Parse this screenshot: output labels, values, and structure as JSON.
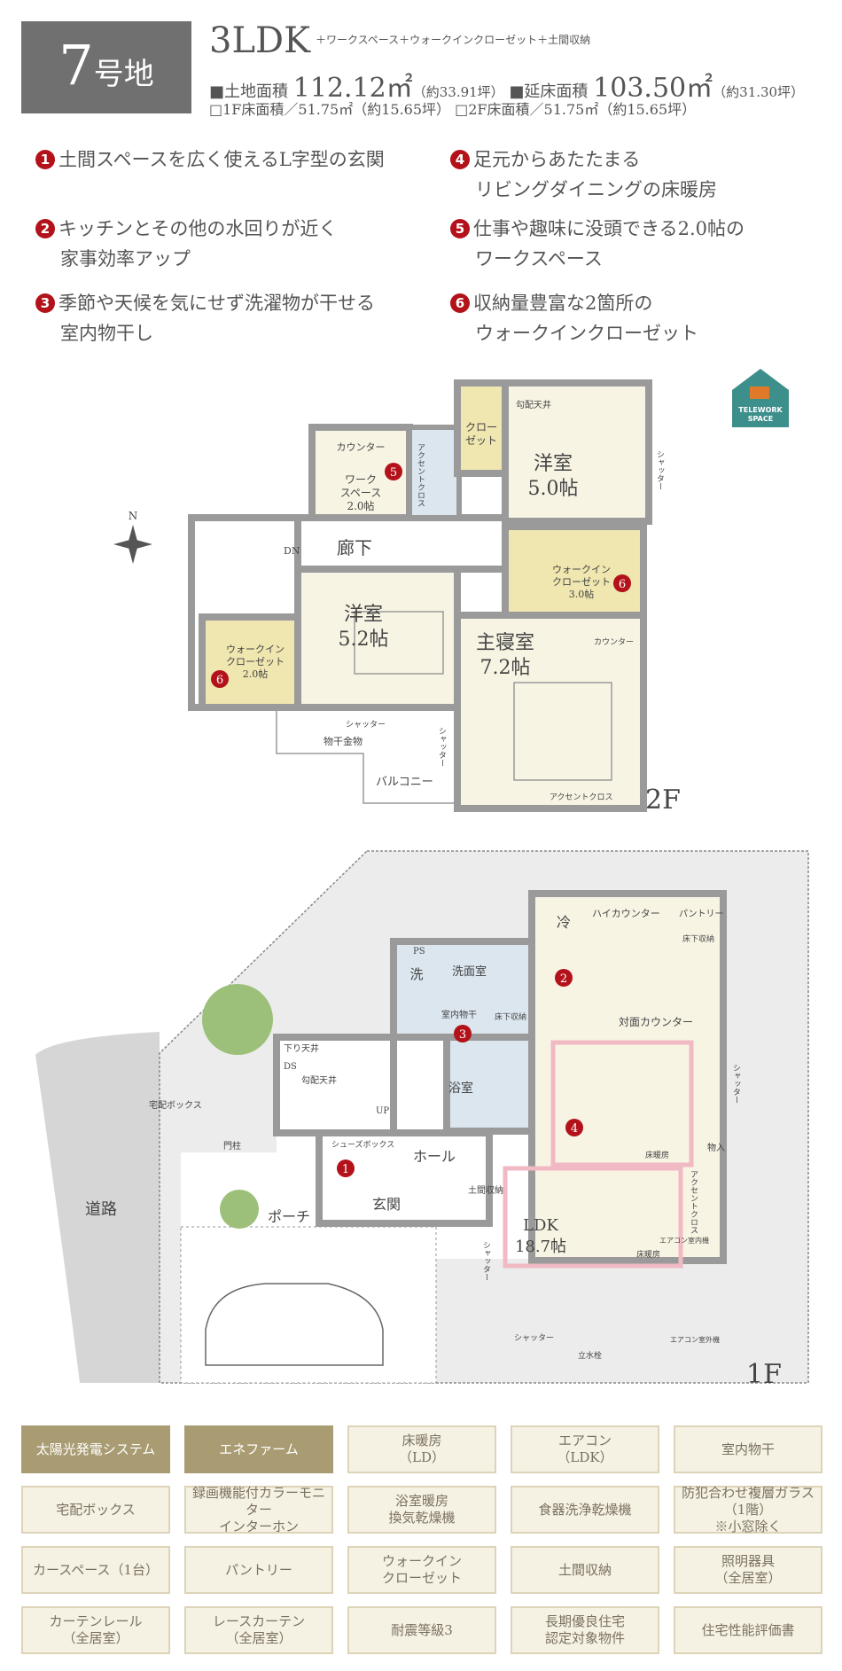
{
  "header": {
    "lot_number": "7",
    "lot_suffix": "号地",
    "plan_type": "3LDK",
    "plan_extras": "＋ワークスペース＋ウォークインクローゼット＋土間収納",
    "land_area_label": "■土地面積",
    "land_area_value": "112.12㎡",
    "land_area_tsubo": "（約33.91坪）",
    "floor_area_label": "■延床面積",
    "floor_area_value": "103.50㎡",
    "floor_area_tsubo": "（約31.30坪）",
    "f1_area": "□1F床面積／51.75㎡（約15.65坪）",
    "f2_area": "□2F床面積／51.75㎡（約15.65坪）"
  },
  "features": [
    {
      "num": "1",
      "line1": "土間スペースを広く使えるL字型の玄関",
      "line2": ""
    },
    {
      "num": "2",
      "line1": "キッチンとその他の水回りが近く",
      "line2": "家事効率アップ"
    },
    {
      "num": "3",
      "line1": "季節や天候を気にせず洗濯物が干せる",
      "line2": "室内物干し"
    },
    {
      "num": "4",
      "line1": "足元からあたたまる",
      "line2": "リビングダイニングの床暖房"
    },
    {
      "num": "5",
      "line1": "仕事や趣味に没頭できる2.0帖の",
      "line2": "ワークスペース"
    },
    {
      "num": "6",
      "line1": "収納量豊富な2箇所の",
      "line2": "ウォークインクローゼット"
    }
  ],
  "badge": {
    "line1": "TELEWORK",
    "line2": "SPACE"
  },
  "plan2f": {
    "floor_label": "2F",
    "compass": "N",
    "work_space": [
      "ワーク",
      "スペース",
      "2.0帖"
    ],
    "counter": "カウンター",
    "accent_cross": "アクセントクロス",
    "closet": [
      "クロー",
      "ゼット"
    ],
    "sloped_ceiling": "勾配天井",
    "room_a": [
      "洋室",
      "5.0帖"
    ],
    "shutter": "シャッター",
    "dn": "DN",
    "corridor": "廊下",
    "room_b": [
      "洋室",
      "5.2帖"
    ],
    "wic_a": [
      "ウォークイン",
      "クローゼット",
      "3.0帖"
    ],
    "wic_b": [
      "ウォークイン",
      "クローゼット",
      "2.0帖"
    ],
    "master": [
      "主寝室",
      "7.2帖"
    ],
    "counter2": "カウンター",
    "shutter2": "シャッター",
    "drying_hardware": "物干金物",
    "shutter3": "シャッター",
    "balcony": "バルコニー",
    "accent_cross2": "アクセントクロス"
  },
  "plan1f": {
    "floor_label": "1F",
    "fridge": "冷",
    "high_counter": "ハイカウンター",
    "pantry": "パントリー",
    "underfloor": "床下収納",
    "face_counter": "対面カウンター",
    "ps": "PS",
    "wash_icon": "洗",
    "washroom": "洗面室",
    "indoor_drying": "室内物干",
    "underfloor2": "床下収納",
    "bath": "浴室",
    "lowered_ceiling": "下り天井",
    "ds": "DS",
    "sloped_ceiling": "勾配天井",
    "up": "UP",
    "delivery_box": "宅配ボックス",
    "gate_post": "門柱",
    "shoe_box": "シューズボックス",
    "hall": "ホール",
    "entrance": "玄関",
    "doma_storage": "土間収納",
    "porch": "ポーチ",
    "road": "道路",
    "ldk": [
      "LDK",
      "18.7帖"
    ],
    "floor_heating": "床暖房",
    "floor_heating2": "床暖房",
    "storage": "物入",
    "accent_cross": "アクセントクロス",
    "shutter": "シャッター",
    "shutter2": "シャッター",
    "shutter3": "シャッター",
    "ac_indoor": "エアコン室内機",
    "ac_outdoor": "エアコン室外機",
    "faucet": "立水栓"
  },
  "equipment": [
    {
      "label": "太陽光発電システム",
      "highlight": true
    },
    {
      "label": "エネファーム",
      "highlight": true
    },
    {
      "label": "床暖房\n（LD）",
      "highlight": false
    },
    {
      "label": "エアコン\n（LDK）",
      "highlight": false
    },
    {
      "label": "室内物干",
      "highlight": false
    },
    {
      "label": "宅配ボックス",
      "highlight": false
    },
    {
      "label": "録画機能付カラーモニター\nインターホン",
      "highlight": false
    },
    {
      "label": "浴室暖房\n換気乾燥機",
      "highlight": false
    },
    {
      "label": "食器洗浄乾燥機",
      "highlight": false
    },
    {
      "label": "防犯合わせ複層ガラス\n（1階）\n※小窓除く",
      "highlight": false
    },
    {
      "label": "カースペース（1台）",
      "highlight": false
    },
    {
      "label": "パントリー",
      "highlight": false
    },
    {
      "label": "ウォークイン\nクローゼット",
      "highlight": false
    },
    {
      "label": "土間収納",
      "highlight": false
    },
    {
      "label": "照明器具\n（全居室）",
      "highlight": false
    },
    {
      "label": "カーテンレール\n（全居室）",
      "highlight": false
    },
    {
      "label": "レースカーテン\n（全居室）",
      "highlight": false
    },
    {
      "label": "耐震等級3",
      "highlight": false
    },
    {
      "label": "長期優良住宅\n認定対象物件",
      "highlight": false
    },
    {
      "label": "住宅性能評価書",
      "highlight": false
    }
  ],
  "colors": {
    "marker": "#b3121a",
    "header_box": "#707070",
    "tile_on": "#a99c73",
    "tile": "#f6f2e3"
  }
}
